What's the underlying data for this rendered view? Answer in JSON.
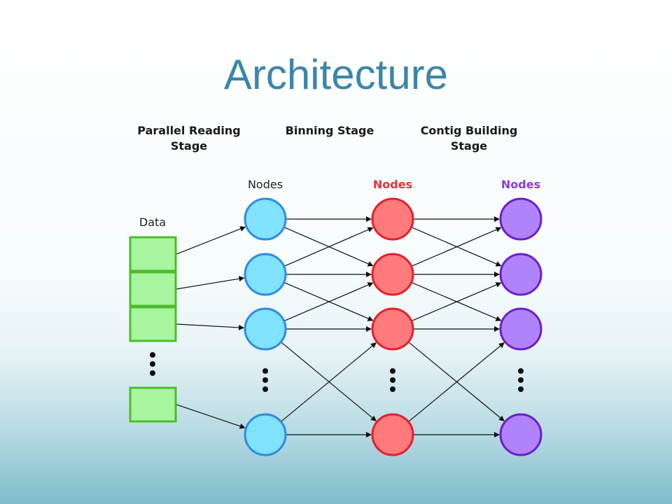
{
  "title": "Architecture",
  "stages": {
    "parallel_reading": [
      "Parallel Reading",
      "Stage"
    ],
    "binning": [
      "Binning Stage"
    ],
    "contig_building": [
      "Contig Building",
      "Stage"
    ]
  },
  "columns": {
    "data": {
      "label": "Data",
      "color": "#222222",
      "fill": "#a8f5a0",
      "stroke": "#4cbc2c"
    },
    "nodes_blue": {
      "label": "Nodes",
      "color": "#222222",
      "fill": "#80e2fd",
      "stroke": "#2f8be0"
    },
    "nodes_red": {
      "label": "Nodes",
      "color": "#e8323c",
      "fill": "#ff7a7c",
      "stroke": "#e3202e"
    },
    "nodes_purple": {
      "label": "Nodes",
      "color": "#8a3be0",
      "fill": "#b183fb",
      "stroke": "#6a1fc8"
    }
  }
}
